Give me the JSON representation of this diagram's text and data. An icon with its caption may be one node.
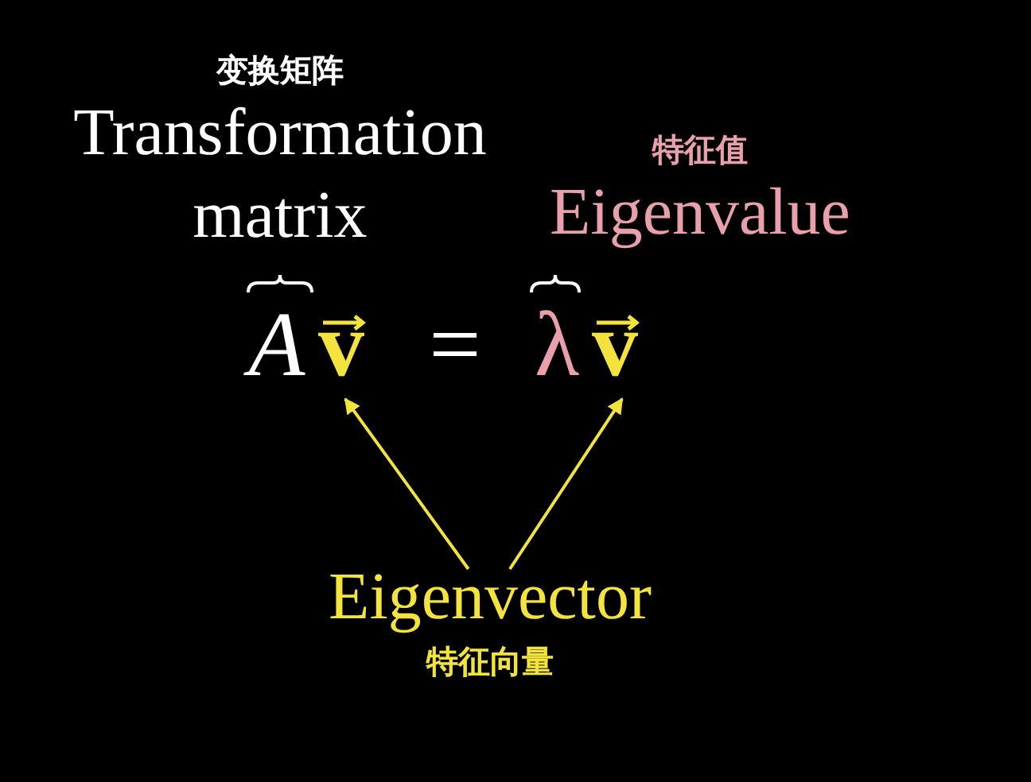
{
  "diagram": {
    "nodes": [
      {
        "text": [
          "变换矩阵",
          "Transformation matrix"
        ]
      },
      {
        "text": [
          "特征值",
          "Eigenvalue"
        ]
      },
      {
        "text": [
          "A"
        ]
      },
      {
        "text": [
          "v⃗"
        ]
      },
      {
        "text": [
          "λ"
        ]
      },
      {
        "text": [
          "v⃗"
        ]
      },
      {
        "text": [
          "Eigenvector",
          "特征向量"
        ]
      }
    ],
    "edges": [
      {
        "from": 6,
        "to": 3,
        "arrow": "to"
      },
      {
        "from": 6,
        "to": 5,
        "arrow": "to"
      }
    ],
    "labels": [
      "="
    ]
  }
}
